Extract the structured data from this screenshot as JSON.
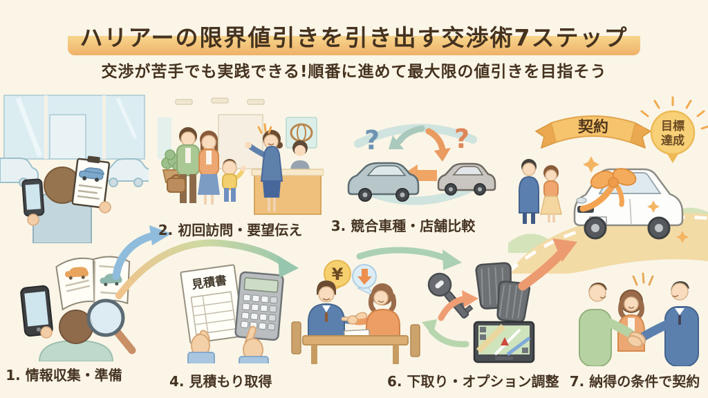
{
  "header": {
    "title": "ハリアーの限界値引きを引き出す交渉術7ステップ",
    "subtitle": "交渉が苦手でも実践できる!順番に進めて最大限の値引きを目指そう"
  },
  "steps": {
    "s1": "1. 情報収集・準備",
    "s2": "2. 初回訪問・要望伝え",
    "s3": "3. 競合車種・店舗比較",
    "s4": "4. 見積もり取得",
    "s6": "6. 下取り・オプション調整",
    "s7": "7. 納得の条件で契約"
  },
  "goal": {
    "banner": "契約",
    "badge_line1": "目標",
    "badge_line2": "達成"
  },
  "illustration": {
    "estimate_doc_title": "見積書",
    "yen_symbol": "¥",
    "question_left": "?",
    "question_right": "?"
  },
  "colors": {
    "background": "#faf5e7",
    "text_brown": "#45321f",
    "title_highlight": "#f4c779",
    "arrow_blue": "#8fbcdc",
    "arrow_green": "#abd0b3",
    "arrow_orange": "#ec9b70",
    "banner_orange": "#f6c46d",
    "badge_gold": "#f7d077"
  }
}
